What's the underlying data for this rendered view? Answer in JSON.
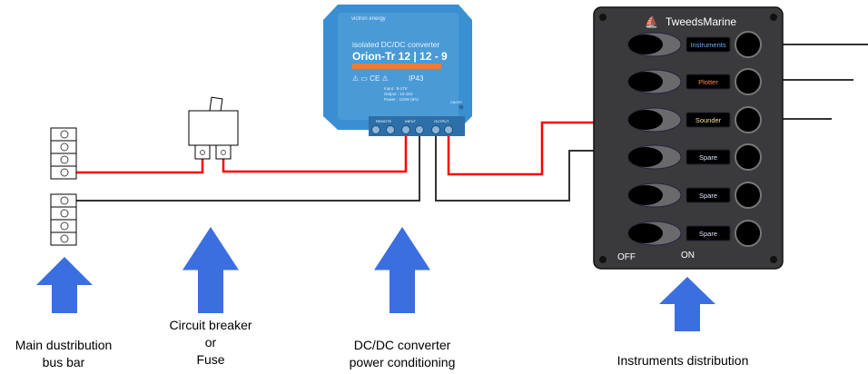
{
  "converter": {
    "brand": "victron energy",
    "subtitle": "isolated DC/DC converter",
    "model": "Orion-Tr 12 | 12 - 9",
    "rating": "IP43",
    "specs": [
      "Input : 8-17V",
      "Output : 10-15V",
      "Power : 110W (9A)"
    ],
    "terminal_groups": [
      "REMOTE",
      "INPUT",
      "OUTPUT"
    ],
    "on_off": "ON/OFF"
  },
  "panel": {
    "brand": "TweedsMarine",
    "off_label": "OFF",
    "on_label": "ON",
    "switches": [
      {
        "label": "Instruments",
        "color": "#6ab0ff"
      },
      {
        "label": "Plotter",
        "color": "#ff8c3a"
      },
      {
        "label": "Sounder",
        "color": "#f0e0a0"
      },
      {
        "label": "Spare",
        "color": "#dde6ff"
      },
      {
        "label": "Spare",
        "color": "#dde6ff"
      },
      {
        "label": "Spare",
        "color": "#dde6ff"
      }
    ]
  },
  "captions": {
    "busbar": [
      "Main dustribution",
      "bus bar"
    ],
    "breaker": [
      "Circuit breaker",
      "or",
      "Fuse"
    ],
    "converter": [
      "DC/DC converter",
      "power conditioning"
    ],
    "distribution": [
      "Instruments distribution"
    ]
  },
  "colors": {
    "arrow": "#3b6fe0",
    "positive_wire": "#ff0000",
    "negative_wire": "#333333",
    "converter": "#3a8fd0",
    "panel": "#3a3a3c"
  }
}
